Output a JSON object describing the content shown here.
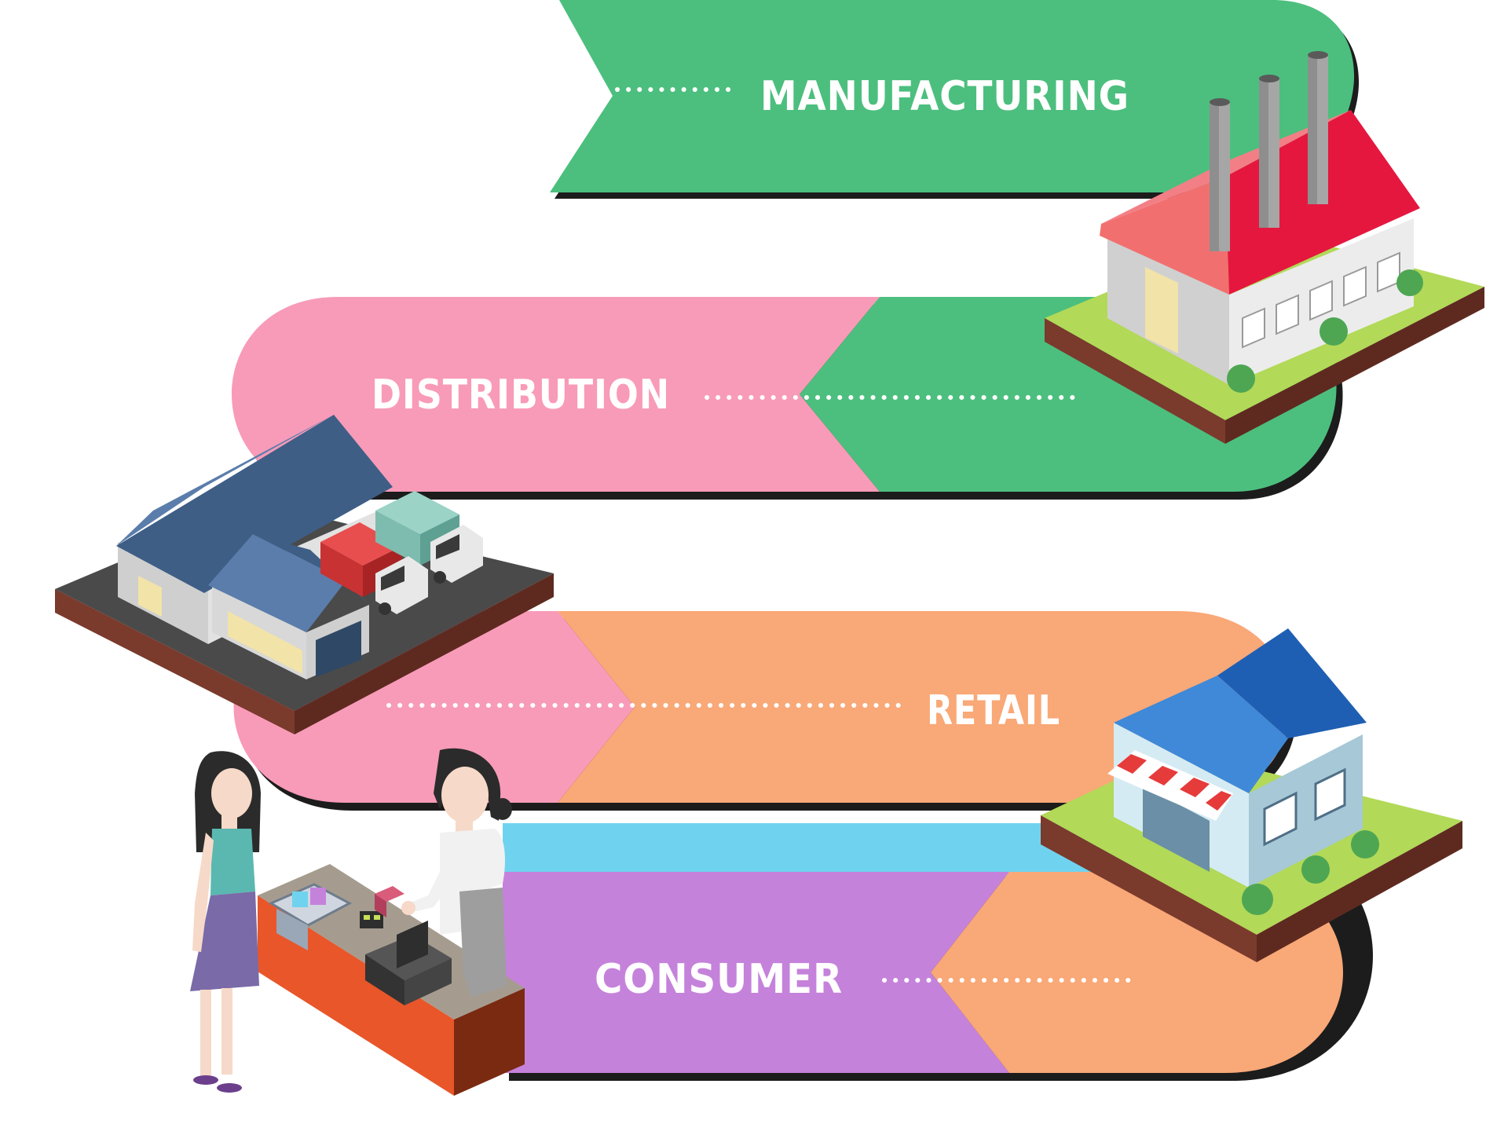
{
  "stages": [
    {
      "id": "manufacturing",
      "label": "MANUFACTURING",
      "color": "#4cbf7e"
    },
    {
      "id": "distribution",
      "label": "DISTRIBUTION",
      "color": "#f89bb8"
    },
    {
      "id": "retail",
      "label": "RETAIL",
      "color": "#f9a877"
    },
    {
      "id": "consumer",
      "label": "CONSUMER",
      "color": "#c582db"
    }
  ],
  "colors": {
    "band_shadow": "#1c1c1c",
    "dots": "#ffffff",
    "consumer_stripe": "#6fd3ef"
  },
  "icons": [
    "factory-icon",
    "warehouse-icon",
    "store-icon",
    "checkout-counter-icon"
  ]
}
